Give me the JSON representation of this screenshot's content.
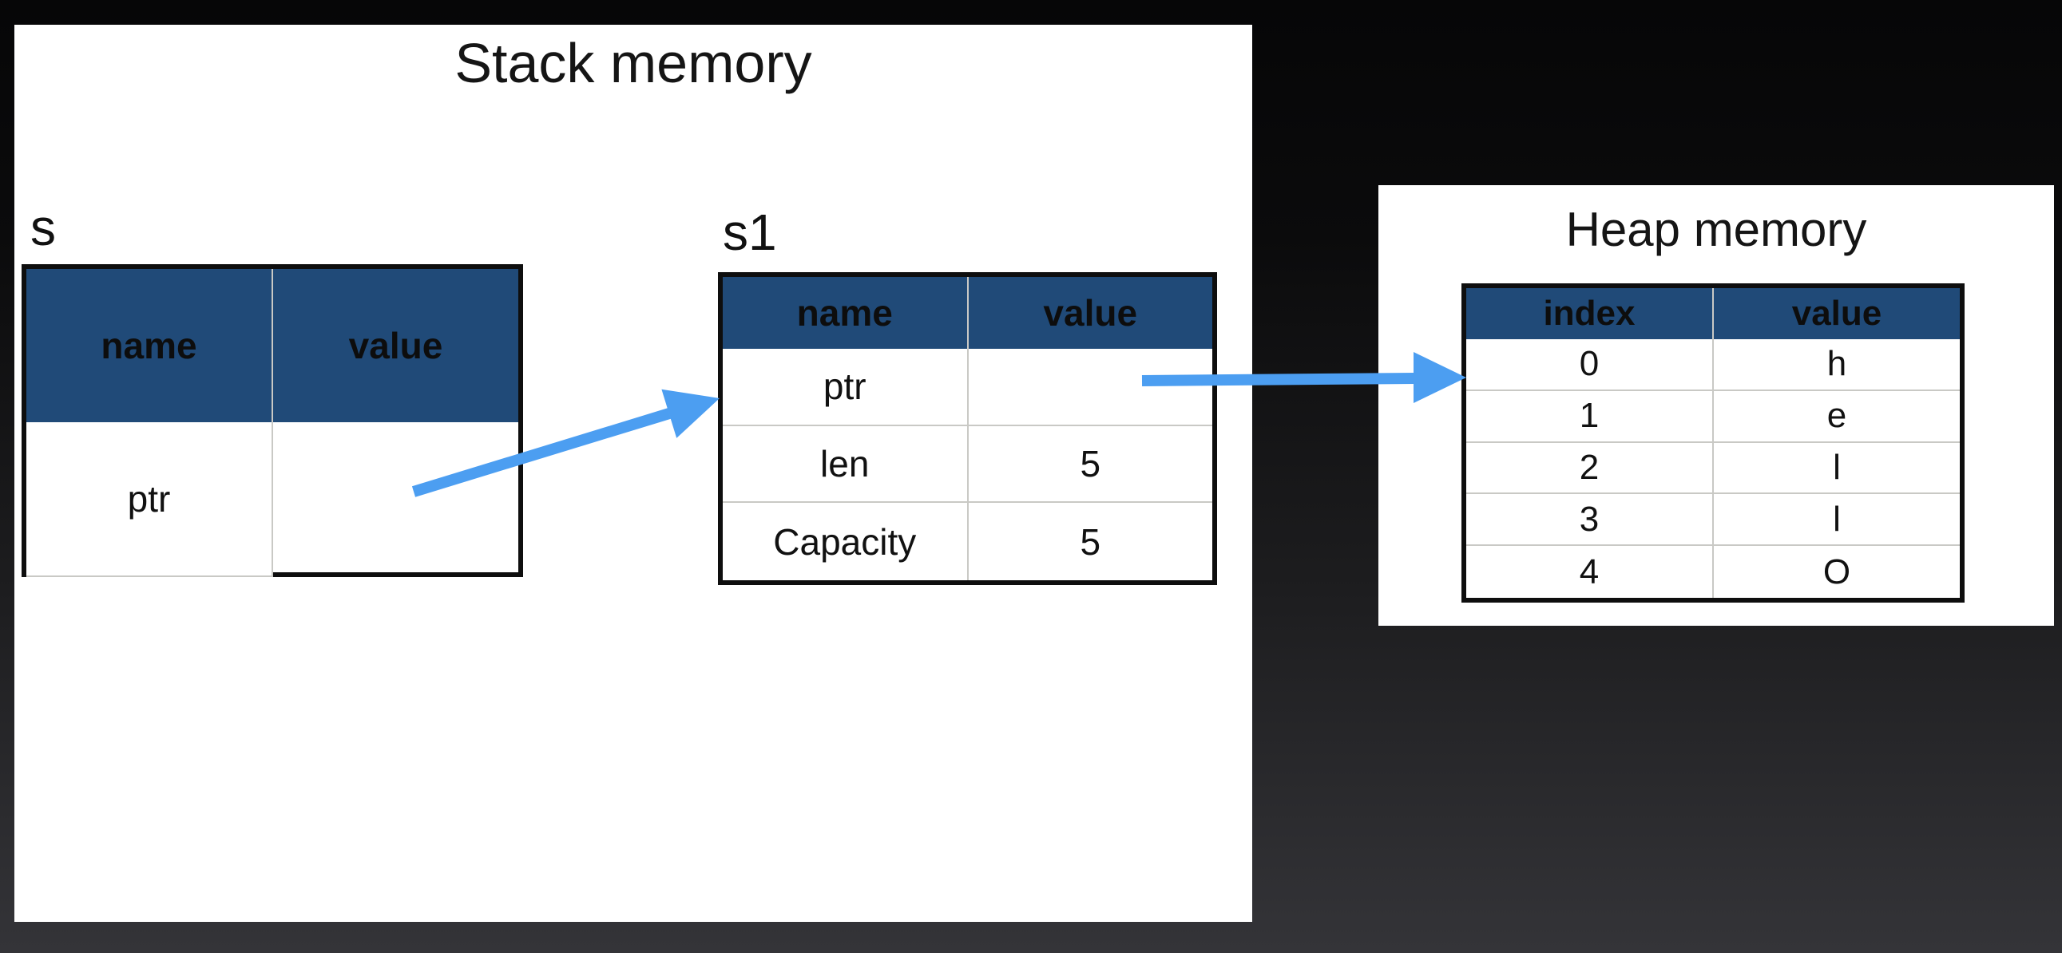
{
  "slide": {
    "background_top_color": "#060607",
    "background_bottom_color": "#343438",
    "panel_color": "#ffffff"
  },
  "colors": {
    "table_header_blue": "#204A78",
    "table_border_black": "#0e0e0e",
    "table_gridline_gray": "#c9c9c5",
    "arrow_blue": "#4C9EF1"
  },
  "stack_panel": {
    "title": "Stack memory",
    "tables": [
      {
        "label": "s",
        "columns": [
          "name",
          "value"
        ],
        "rows": [
          {
            "name": "ptr",
            "value": ""
          }
        ]
      },
      {
        "label": "s1",
        "columns": [
          "name",
          "value"
        ],
        "rows": [
          {
            "name": "ptr",
            "value": ""
          },
          {
            "name": "len",
            "value": "5"
          },
          {
            "name": "Capacity",
            "value": "5"
          }
        ]
      }
    ]
  },
  "heap_panel": {
    "title": "Heap memory",
    "table": {
      "columns": [
        "index",
        "value"
      ],
      "rows": [
        {
          "index": "0",
          "value": "h"
        },
        {
          "index": "1",
          "value": "e"
        },
        {
          "index": "2",
          "value": "l"
        },
        {
          "index": "3",
          "value": "l"
        },
        {
          "index": "4",
          "value": "O"
        }
      ]
    }
  },
  "arrows": [
    {
      "name": "s-value-to-s1-ptr",
      "from": "s.value",
      "to": "s1.ptr"
    },
    {
      "name": "s1-ptr-to-heap-row0",
      "from": "s1.ptr.value",
      "to": "heap.row0"
    }
  ]
}
